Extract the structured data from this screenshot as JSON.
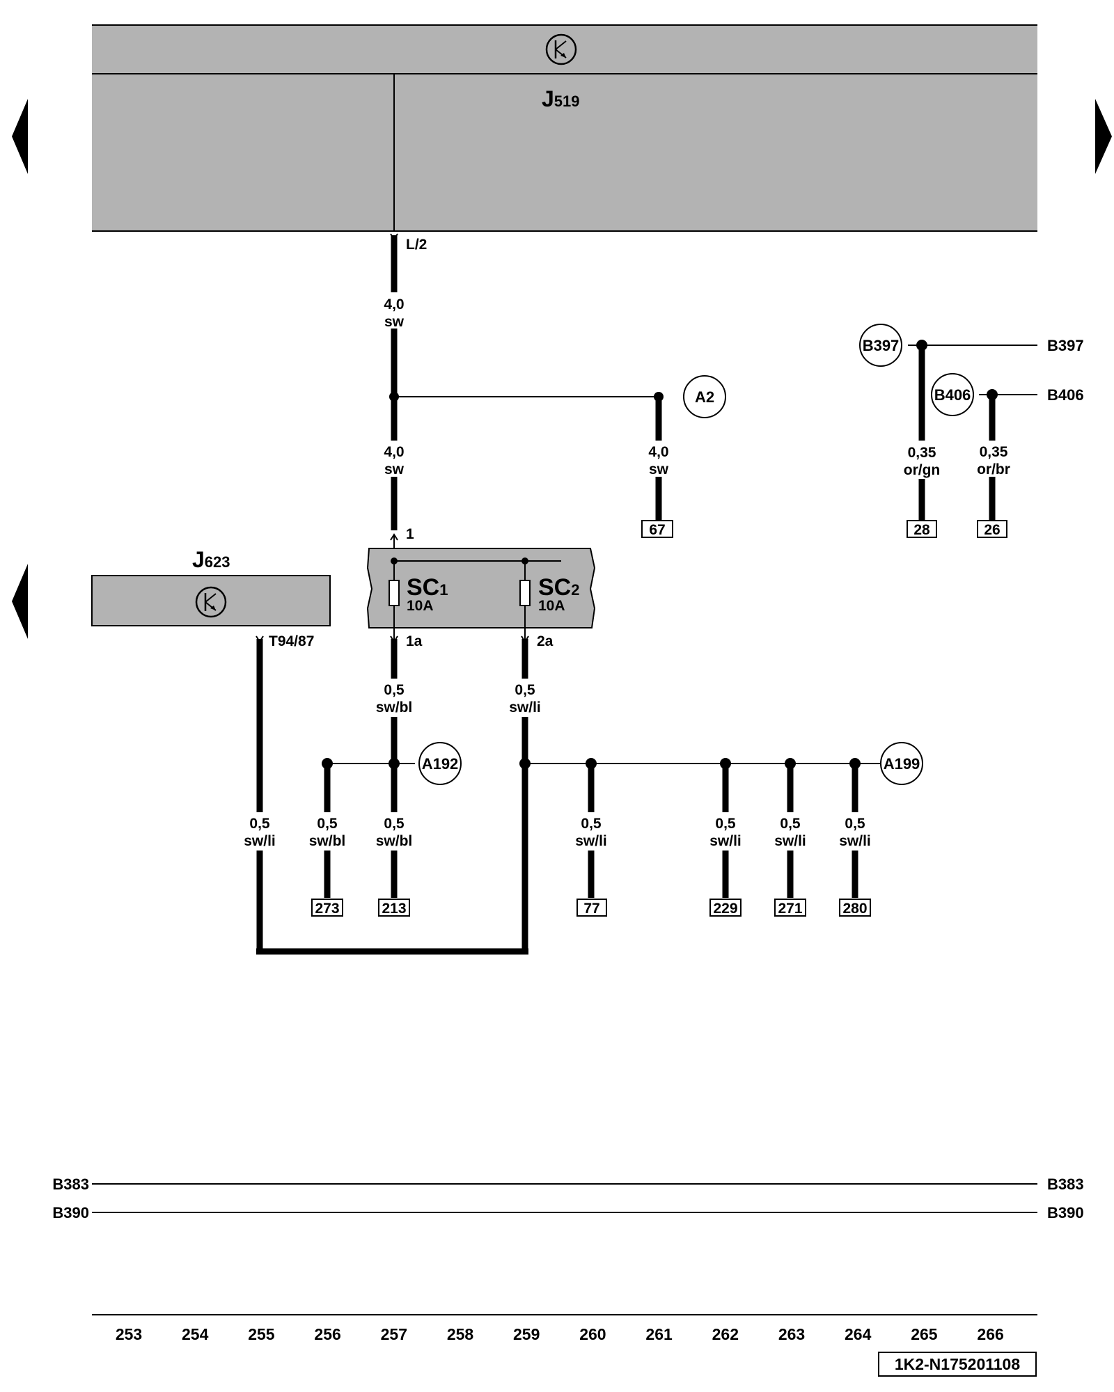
{
  "components": {
    "j519": {
      "name": "J",
      "sub": "519"
    },
    "j623": {
      "name": "J",
      "sub": "623",
      "pin": "T94/87"
    },
    "fuse_box": {
      "pin_in": "1",
      "sc1": {
        "name": "SC",
        "sub": "1",
        "rating": "10A",
        "pin_out": "1a"
      },
      "sc2": {
        "name": "SC",
        "sub": "2",
        "rating": "10A",
        "pin_out": "2a"
      }
    }
  },
  "pins": {
    "j519_out": "L/2"
  },
  "wires": {
    "main_top": {
      "size": "4,0",
      "color": "sw"
    },
    "main_mid": {
      "size": "4,0",
      "color": "sw"
    },
    "a2_branch": {
      "size": "4,0",
      "color": "sw"
    },
    "b397_branch": {
      "size": "0,35",
      "color": "or/gn"
    },
    "b406_branch": {
      "size": "0,35",
      "color": "or/br"
    },
    "sc1_out": {
      "size": "0,5",
      "color": "sw/bl"
    },
    "sc2_out": {
      "size": "0,5",
      "color": "sw/li"
    },
    "j623_wire": {
      "size": "0,5",
      "color": "sw/li"
    },
    "w273": {
      "size": "0,5",
      "color": "sw/bl"
    },
    "w213": {
      "size": "0,5",
      "color": "sw/bl"
    },
    "w77": {
      "size": "0,5",
      "color": "sw/li"
    },
    "w229": {
      "size": "0,5",
      "color": "sw/li"
    },
    "w271": {
      "size": "0,5",
      "color": "sw/li"
    },
    "w280": {
      "size": "0,5",
      "color": "sw/li"
    }
  },
  "connectors": {
    "a2": "A2",
    "a192": "A192",
    "a199": "A199",
    "b397": "B397",
    "b406": "B406"
  },
  "lines": {
    "b397": "B397",
    "b406": "B406",
    "b383": "B383",
    "b390": "B390"
  },
  "refs": {
    "r67": "67",
    "r28": "28",
    "r26": "26",
    "r273": "273",
    "r213": "213",
    "r77": "77",
    "r229": "229",
    "r271": "271",
    "r280": "280"
  },
  "track_numbers": [
    "253",
    "254",
    "255",
    "256",
    "257",
    "258",
    "259",
    "260",
    "261",
    "262",
    "263",
    "264",
    "265",
    "266"
  ],
  "document_id": "1K2-N175201108",
  "colors": {
    "component_fill": "#b3b3b3",
    "line": "#000000",
    "background": "#ffffff"
  }
}
